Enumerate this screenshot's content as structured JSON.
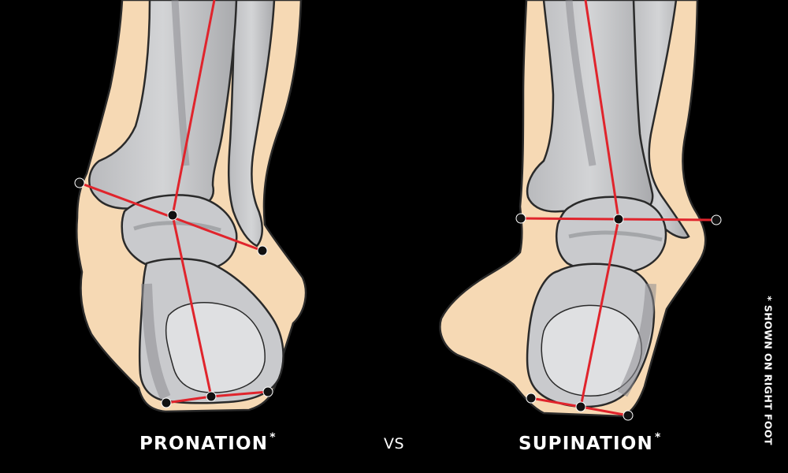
{
  "labels": {
    "left_title": "PRONATION",
    "left_marker": "*",
    "middle": "VS",
    "right_title": "SUPINATION",
    "right_marker": "*",
    "side_note": "* SHOWN ON RIGHT FOOT"
  },
  "colors": {
    "background": "#000000",
    "skin": "#f6d9b4",
    "bone": "#c9cacd",
    "bone_shadow": "#8c8d91",
    "bone_highlight": "#dfe0e2",
    "outline": "#2a2a2a",
    "axis_line": "#e0242c",
    "marker": "#111111",
    "text": "#ffffff"
  }
}
